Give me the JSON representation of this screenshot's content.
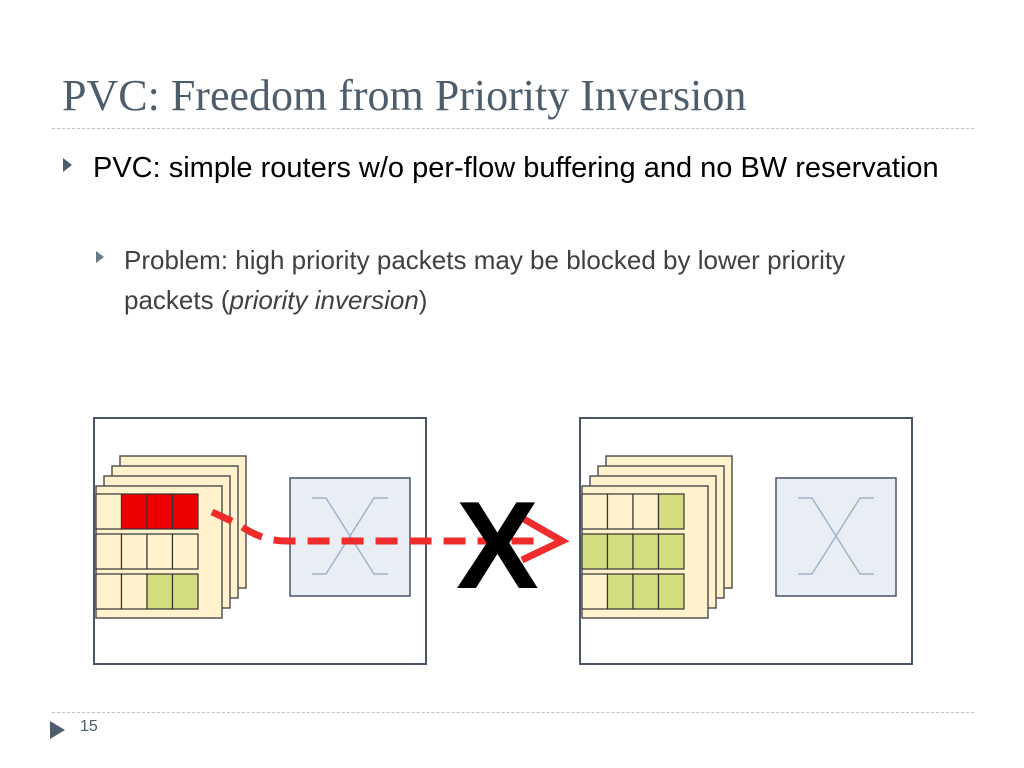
{
  "slide": {
    "title": "PVC: Freedom from Priority Inversion",
    "bullets": [
      {
        "text": "PVC: simple routers w/o per-flow buffering and no BW reservation"
      },
      {
        "prefix": "Problem: high priority packets may be blocked by lower priority packets (",
        "emphasis": "priority inversion",
        "suffix": ")"
      }
    ],
    "diagram": {
      "blocked_mark": "X",
      "colors": {
        "high_priority": "#ee0000",
        "low_priority": "#d4dd7f",
        "empty_slot": "#fff2cc",
        "router_border": "#4a5568",
        "crossbar_fill": "#e9eef5",
        "arrow": "#f02b2b"
      },
      "left_router": {
        "queues": [
          [
            "empty",
            "high",
            "high",
            "high"
          ],
          [
            "empty",
            "empty",
            "empty",
            "empty"
          ],
          [
            "empty",
            "empty",
            "low",
            "low"
          ]
        ]
      },
      "right_router": {
        "queues": [
          [
            "empty",
            "empty",
            "empty",
            "low"
          ],
          [
            "low",
            "low",
            "low",
            "low"
          ],
          [
            "empty",
            "low",
            "low",
            "low"
          ]
        ]
      }
    },
    "page_number": "15"
  }
}
